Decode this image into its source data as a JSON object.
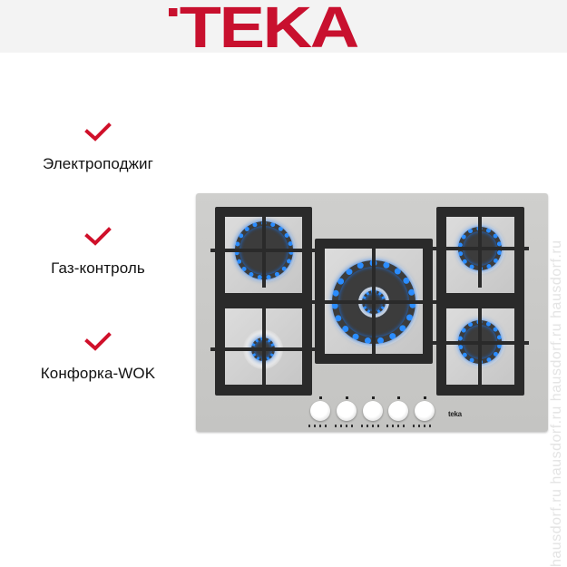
{
  "header": {
    "brand": "TEKA",
    "brand_color": "#c8102e",
    "band_color": "#f3f3f3"
  },
  "features": [
    {
      "icon": "check-icon",
      "label": "Электроподжиг"
    },
    {
      "icon": "check-icon",
      "label": "Газ-контроль"
    },
    {
      "icon": "check-icon",
      "label": "Конфорка-WOK"
    }
  ],
  "check_color": "#d0102a",
  "product": {
    "type": "gas hob",
    "burners": [
      {
        "position": "top-left",
        "size": "large"
      },
      {
        "position": "bottom-left",
        "size": "small"
      },
      {
        "position": "center",
        "size": "wok"
      },
      {
        "position": "top-right",
        "size": "medium"
      },
      {
        "position": "bottom-right",
        "size": "medium"
      }
    ],
    "knob_count": 5,
    "flame_color": "#2a8cff",
    "mini_logo": "teka"
  },
  "watermark": {
    "text": "hausdorf.ru   hausdorf.ru   hausdorf.ru   hausdorf.ru"
  }
}
